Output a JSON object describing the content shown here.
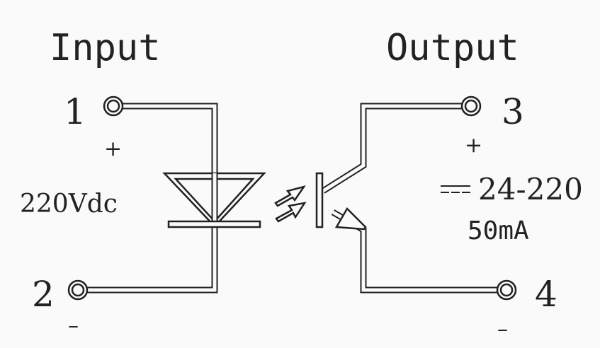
{
  "input": {
    "title": "Input",
    "pin_pos": "1",
    "pin_neg": "2",
    "plus": "+",
    "minus": "–",
    "rating": "220Vdc"
  },
  "output": {
    "title": "Output",
    "pin_pos": "3",
    "pin_neg": "4",
    "plus": "+",
    "minus": "–",
    "dc_symbol": "⎓",
    "voltage": "24-220",
    "current": "50mA"
  }
}
